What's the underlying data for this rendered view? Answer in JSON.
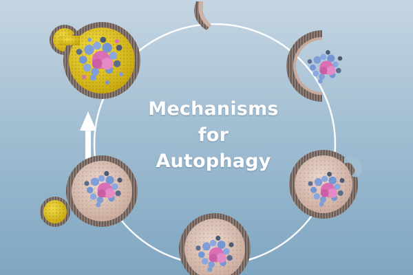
{
  "title": {
    "line1": "Mechanisms",
    "line2": "for",
    "line3": "Autophagy"
  },
  "colors": {
    "background_top": "#c5d5e2",
    "background_bottom": "#7fa6c1",
    "cycle_ring": "#ffffff",
    "membrane": "#8a7a72",
    "lumen": "#d8c2b8",
    "lysosome": "#e0c521",
    "cargo_protein": "#7f9ed8",
    "cargo_core": "#d96fb4"
  },
  "stages": [
    {
      "id": "phagophore-nucleation",
      "icon": "phagophore-icon"
    },
    {
      "id": "phagophore-expansion",
      "icon": "phagophore-cup-icon"
    },
    {
      "id": "cargo-engulfment",
      "icon": "engulfing-membrane-icon"
    },
    {
      "id": "autophagosome",
      "icon": "autophagosome-icon"
    },
    {
      "id": "lysosome-approach",
      "icon": "autophagosome-icon"
    },
    {
      "id": "autolysosome",
      "icon": "autolysosome-icon"
    }
  ]
}
